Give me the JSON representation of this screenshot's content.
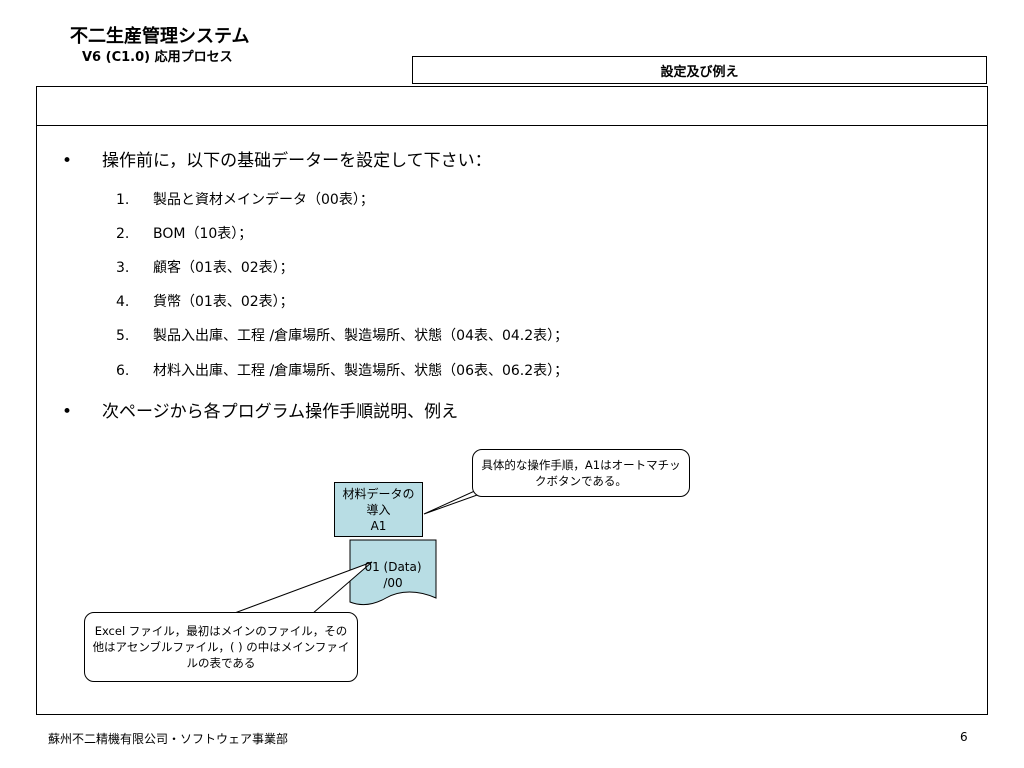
{
  "header": {
    "title": "不二生産管理システム",
    "subtitle": "V6 (C1.0) 応用プロセス",
    "section_label": "設定及び例え"
  },
  "main": {
    "bullet1": "操作前に，以下の基础データーを設定して下さい：",
    "bullet_char": "•",
    "items": [
      {
        "num": "1.",
        "text": "製品と資材メインデータ（00表）；"
      },
      {
        "num": "2.",
        "text": "BOM（10表）；"
      },
      {
        "num": "3.",
        "text": "顧客（01表、02表）；"
      },
      {
        "num": "4.",
        "text": "貨幣（01表、02表）；"
      },
      {
        "num": "5.",
        "text": "製品入出庫、工程 /倉庫場所、製造場所、状態（04表、04.2表）；"
      },
      {
        "num": "6.",
        "text": "材料入出庫、工程 /倉庫場所、製造場所、状態（06表、06.2表）；"
      }
    ],
    "bullet2": "次ページから各プログラム操作手順説明、例え"
  },
  "diagram": {
    "callout_top": "具体的な操作手順，A1はオートマチックボタンである。",
    "process_box": {
      "line1": "材料データの",
      "line2": "導入",
      "line3": "A1"
    },
    "document": {
      "line1": "01 (Data)",
      "line2": "/00"
    },
    "callout_bottom": "Excel ファイル，最初はメインのファイル，その他はアセンブルファイル，( ) の中はメインファイルの表である",
    "colors": {
      "shape_fill": "#b8dde4",
      "stroke": "#000000"
    }
  },
  "footer": {
    "company": "蘇州不二精機有限公司・ソフトウェア事業部",
    "page_number": "6"
  }
}
